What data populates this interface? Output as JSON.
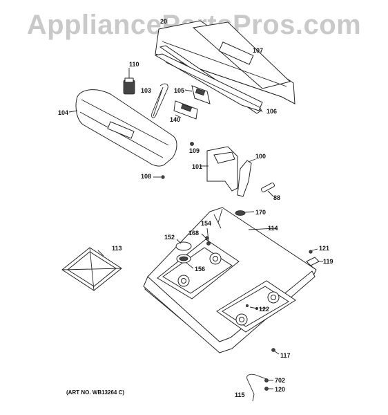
{
  "watermark": "AppliancePartsPros.com",
  "art_number": "(ART NO. WB13264 C)",
  "labels": {
    "p20": "20",
    "p107": "107",
    "p110": "110",
    "p103": "103",
    "p105": "105",
    "p104": "104",
    "p140": "140",
    "p106": "106",
    "p109": "109",
    "p100": "100",
    "p101": "101",
    "p108": "108",
    "p88": "88",
    "p170": "170",
    "p154": "154",
    "p114": "114",
    "p168": "168",
    "p152": "152",
    "p113": "113",
    "p121": "121",
    "p156": "156",
    "p119": "119",
    "p122": "122",
    "p117": "117",
    "p702": "702",
    "p120": "120",
    "p115": "115"
  }
}
